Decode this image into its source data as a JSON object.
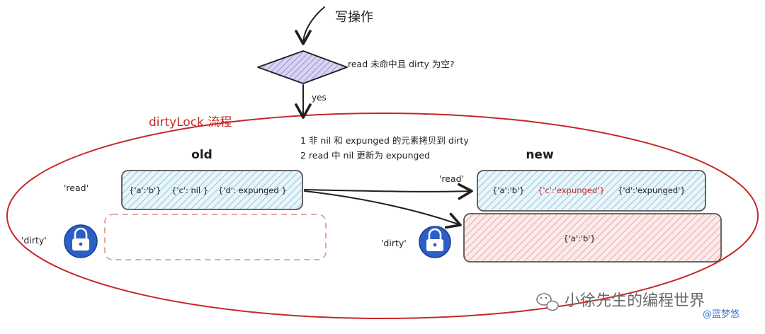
{
  "trigger": {
    "label": "写操作"
  },
  "decision": {
    "question": "read 未命中且 dirty 为空?",
    "yes_label": "yes"
  },
  "region": {
    "title": "dirtyLock 流程",
    "steps": [
      "1 非 nil 和 expunged 的元素拷贝到 dirty",
      "2 read 中 nil 更新为 expunged"
    ]
  },
  "old": {
    "header": "old",
    "read_label": "'read'",
    "dirty_label": "'dirty'",
    "read_items": [
      "{'a':'b'}",
      "{'c': nil }",
      "{'d': expunged }"
    ]
  },
  "new": {
    "header": "new",
    "read_label": "'read'",
    "dirty_label": "'dirty'",
    "read_items": [
      "{'a':'b'}",
      "{'c':'expunged'}",
      "{'d':'expunged'}"
    ],
    "dirty_items": [
      "{'a':'b'}"
    ]
  },
  "icons": {
    "lock_old": "lock-icon",
    "lock_new": "lock-icon",
    "wechat": "wechat-icon"
  },
  "watermark": {
    "account": "小徐先生的编程世界",
    "author": "@蓝梦悠"
  },
  "colors": {
    "region_outline": "#c62828",
    "read_fill": "#a9d6e8",
    "dirty_fill": "#f3b7b7",
    "lock_fill": "#2b5fc7",
    "decision_fill": "#b5aedd",
    "highlight_text": "#c62828"
  }
}
